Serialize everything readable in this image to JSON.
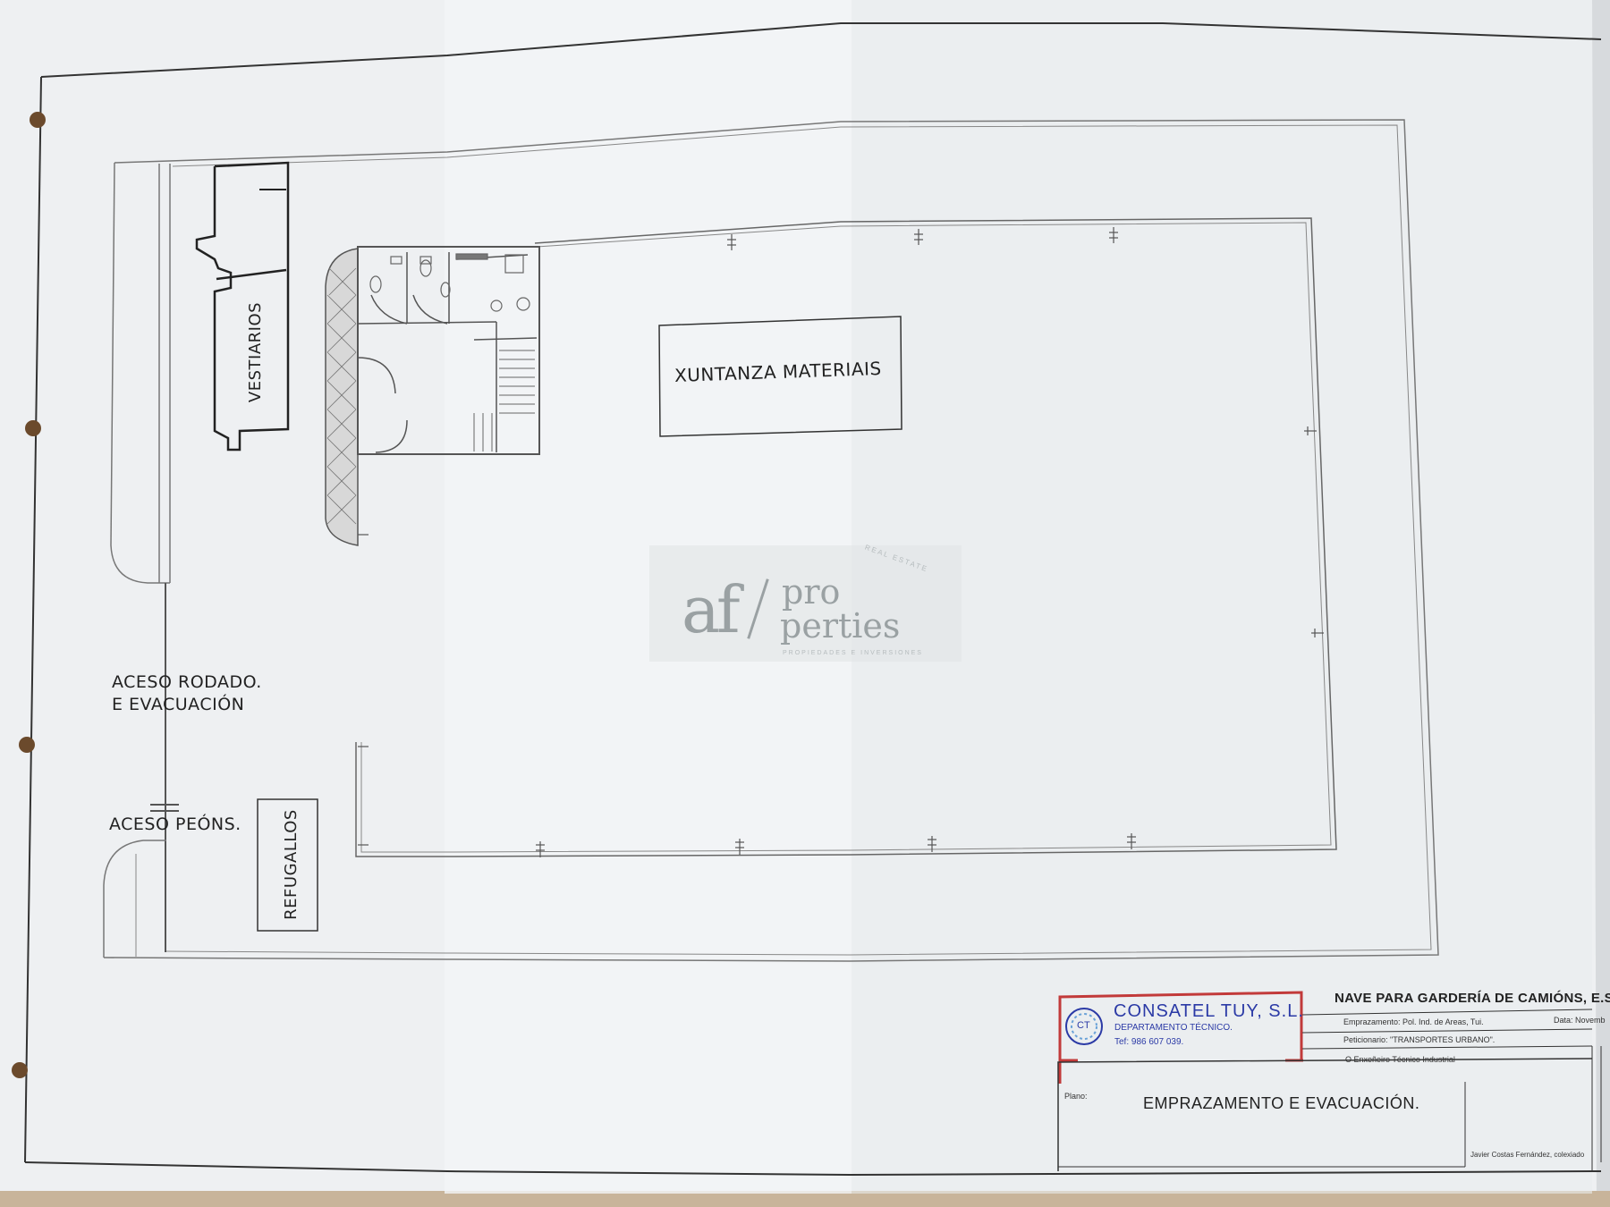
{
  "labels": {
    "vestiarios": "VESTIARIOS",
    "xuntanza": "XUNTANZA MATERIAIS",
    "aceso_rodado_1": "ACESO RODADO.",
    "aceso_rodado_2": "E EVACUACIÓN",
    "aceso_peons": "ACESO PEÓNS.",
    "refugallos": "REFUGALLOS"
  },
  "watermark": {
    "mark": "af",
    "brand_top": "pro",
    "brand_bottom": "perties",
    "tagline": "PROPIEDADES E INVERSIONES",
    "arc_text": "REAL ESTATE"
  },
  "title_block": {
    "company": "CONSATEL TUY, S.L.",
    "department": "DEPARTAMENTO TÉCNICO.",
    "phone": "Tef: 986 607 039.",
    "project": "NAVE PARA GARDERÍA DE CAMIÓNS, E.S.S",
    "location": "Emprazamento: Pol. Ind. de Areas, Tui.",
    "date": "Data: Novemb",
    "client": "Peticionario: \"TRANSPORTES URBANO\".",
    "engineer": "O Enxeñeiro Técnico Industrial",
    "plano_label": "Plano:",
    "plano_title": "EMPRAZAMENTO E EVACUACIÓN.",
    "signature": "Javier Costas Fernández, colexiado",
    "logo_letters": "CT"
  },
  "colors": {
    "paper": "#eef0f2",
    "line": "#555555",
    "company_blue": "#2b3aa6",
    "frame_red": "#c23a3a",
    "table_bg": "#c8b49a"
  }
}
